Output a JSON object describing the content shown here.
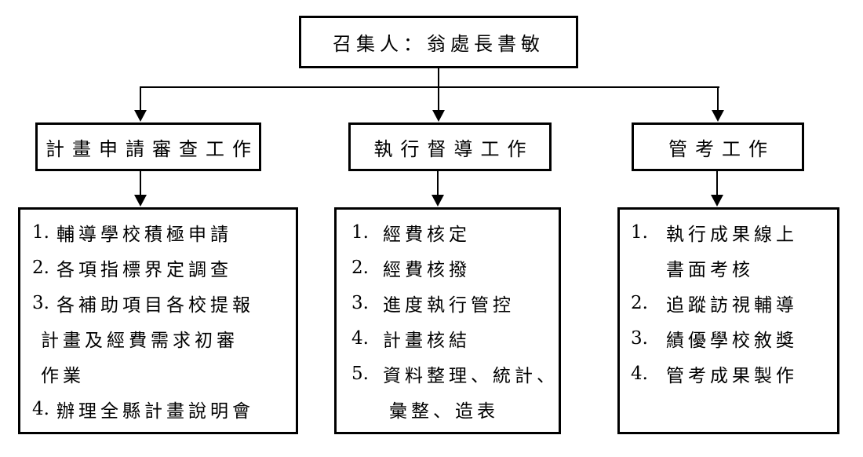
{
  "diagram": {
    "root": {
      "label": "召集人：翁處長書敏"
    },
    "branches": [
      {
        "title": "計畫申請審查工作",
        "items": [
          {
            "num": "1.",
            "text": "輔導學校積極申請"
          },
          {
            "num": "2.",
            "text": "各項指標界定調查"
          },
          {
            "num": "3.",
            "text": "各補助項目各校提報"
          },
          {
            "num": "",
            "text": "計畫及經費需求初審"
          },
          {
            "num": "",
            "text": "作業"
          },
          {
            "num": "4.",
            "text": "辦理全縣計畫說明會"
          }
        ]
      },
      {
        "title": "執行督導工作",
        "items": [
          {
            "num": "1.",
            "text": "經費核定"
          },
          {
            "num": "2.",
            "text": "經費核撥"
          },
          {
            "num": "3.",
            "text": "進度執行管控"
          },
          {
            "num": "4.",
            "text": "計畫核結"
          },
          {
            "num": "5.",
            "text": "資料整理、統計、"
          },
          {
            "num": "",
            "text": "彙整、造表"
          }
        ]
      },
      {
        "title": "管考工作",
        "items": [
          {
            "num": "1.",
            "text": "執行成果線上"
          },
          {
            "num": "",
            "text": "書面考核"
          },
          {
            "num": "2.",
            "text": "追蹤訪視輔導"
          },
          {
            "num": "3.",
            "text": "績優學校敘獎"
          },
          {
            "num": "4.",
            "text": "管考成果製作"
          }
        ]
      }
    ],
    "colors": {
      "background": "#ffffff",
      "text": "#000000",
      "box_border": "#000000",
      "connector": "#000000"
    }
  }
}
